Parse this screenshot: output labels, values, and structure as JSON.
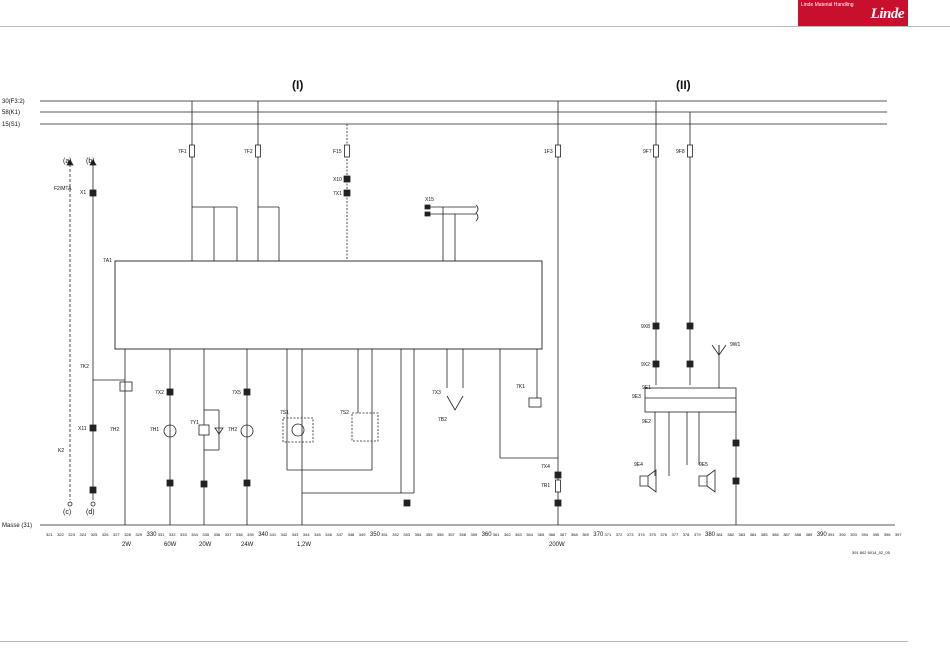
{
  "header": {
    "brand": "Linde",
    "caption": "Linde Material Handling"
  },
  "sections": [
    "(I)",
    "(II)"
  ],
  "rails": [
    {
      "label": "30(F3:2)"
    },
    {
      "label": "58(K1)"
    },
    {
      "label": "15(S1)"
    }
  ],
  "ground_label": "Masse (31)",
  "document_id": "391 802 6014_02_05",
  "aux_labels": [
    "(a)",
    "(b)",
    "(c)",
    "(d)"
  ],
  "fuses": [
    "F2/MTA",
    "7F1",
    "7F2",
    "F15",
    "1F3",
    "9F7",
    "9F8"
  ],
  "main_blocks": [
    "7A1",
    "9E3"
  ],
  "component_labels": [
    "X1",
    "7K2",
    "K2",
    "X11",
    "7H2",
    "7X2",
    "7H1",
    "7Y1",
    "7X5",
    "7H2",
    "7S1",
    "7S2",
    "7X3",
    "7B2",
    "7K1",
    "7X4",
    "7R1",
    "9X8",
    "9X2",
    "9E1",
    "9E2",
    "9E4",
    "9E5",
    "9W1",
    "X10",
    "7X1",
    "X15"
  ],
  "watts": [
    "2W",
    "60W",
    "20W",
    "24W",
    "1,2W",
    "200W"
  ],
  "column_numbers": [
    321,
    322,
    323,
    324,
    325,
    326,
    327,
    328,
    329,
    330,
    331,
    332,
    333,
    334,
    335,
    336,
    337,
    338,
    339,
    340,
    341,
    342,
    343,
    344,
    345,
    346,
    347,
    348,
    349,
    350,
    351,
    352,
    353,
    354,
    355,
    356,
    357,
    358,
    359,
    360,
    361,
    362,
    363,
    364,
    365,
    366,
    367,
    368,
    369,
    370,
    371,
    372,
    373,
    374,
    375,
    376,
    377,
    378,
    379,
    380,
    381,
    382,
    383,
    384,
    385,
    386,
    387,
    388,
    389,
    390,
    391,
    392,
    393,
    394,
    395,
    396,
    397
  ]
}
